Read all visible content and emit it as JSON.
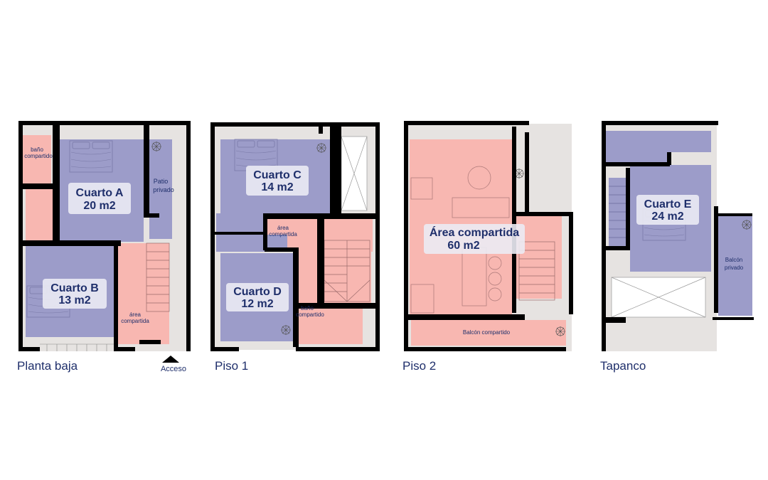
{
  "colors": {
    "private": "#9c9cc9",
    "shared": "#f8b7b1",
    "wall": "#000000",
    "floor": "#e6e3e1",
    "text": "#1f2f6b",
    "label_bg": "#ebebf4"
  },
  "floors": [
    {
      "name": "Planta baja",
      "rooms": [
        {
          "name": "Cuarto A",
          "area": "20 m2"
        },
        {
          "name": "Cuarto B",
          "area": "13 m2"
        }
      ],
      "labels": {
        "bath_1": "baño",
        "bath_2": "compartido",
        "patio_1": "Patio",
        "patio_2": "privado",
        "shared_1": "área",
        "shared_2": "compartida"
      },
      "access": "Acceso"
    },
    {
      "name": "Piso 1",
      "rooms": [
        {
          "name": "Cuarto C",
          "area": "14 m2"
        },
        {
          "name": "Cuarto D",
          "area": "12 m2"
        }
      ],
      "labels": {
        "shared_1": "área",
        "shared_2": "compartida",
        "bath_1": "baño",
        "bath_2": "compartido"
      }
    },
    {
      "name": "Piso 2",
      "rooms": [
        {
          "name": "Área compartida",
          "area": "60 m2"
        }
      ],
      "labels": {
        "balcony": "Balcón compartido"
      }
    },
    {
      "name": "Tapanco",
      "rooms": [
        {
          "name": "Cuarto E",
          "area": "24 m2"
        }
      ],
      "labels": {
        "balcony_1": "Balcón",
        "balcony_2": "privado"
      }
    }
  ]
}
